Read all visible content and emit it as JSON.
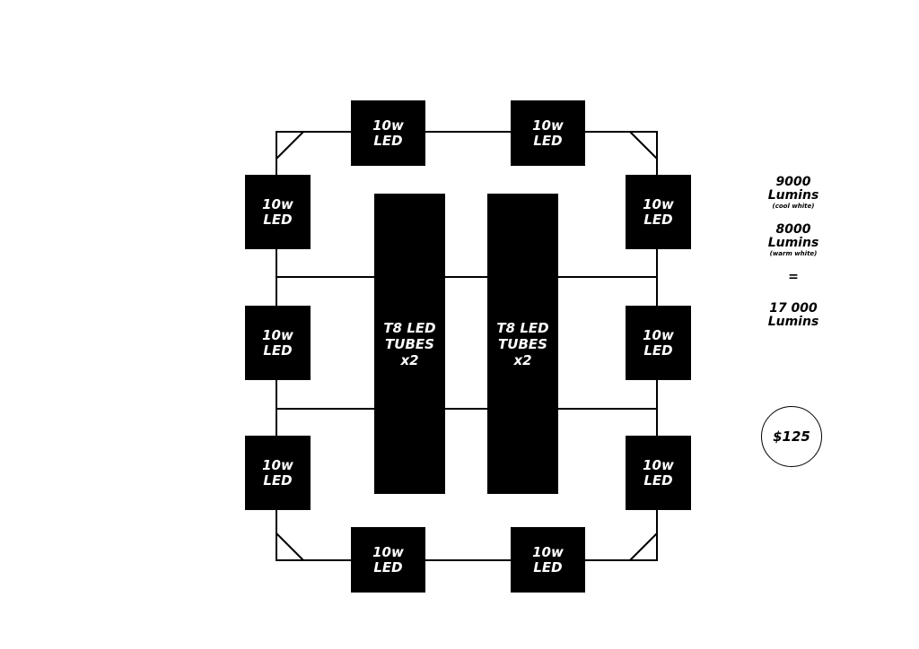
{
  "led_modules": [
    {
      "line1": "10w",
      "line2": "LED"
    },
    {
      "line1": "10w",
      "line2": "LED"
    },
    {
      "line1": "10w",
      "line2": "LED"
    },
    {
      "line1": "10w",
      "line2": "LED"
    },
    {
      "line1": "10w",
      "line2": "LED"
    },
    {
      "line1": "10w",
      "line2": "LED"
    },
    {
      "line1": "10w",
      "line2": "LED"
    },
    {
      "line1": "10w",
      "line2": "LED"
    },
    {
      "line1": "10w",
      "line2": "LED"
    },
    {
      "line1": "10w",
      "line2": "LED"
    }
  ],
  "tubes": [
    {
      "line1": "T8 LED",
      "line2": "TUBES",
      "line3": "x2"
    },
    {
      "line1": "T8 LED",
      "line2": "TUBES",
      "line3": "x2"
    }
  ],
  "specs": {
    "cool_value": "9000",
    "cool_unit": "Lumins",
    "cool_note": "(cool white)",
    "warm_value": "8000",
    "warm_unit": "Lumins",
    "warm_note": "(warm white)",
    "equals": "=",
    "total_value": "17 000",
    "total_unit": "Lumins"
  },
  "price": "$125",
  "colors": {
    "fill": "#000000",
    "text_on_fill": "#ffffff",
    "background": "#ffffff"
  }
}
